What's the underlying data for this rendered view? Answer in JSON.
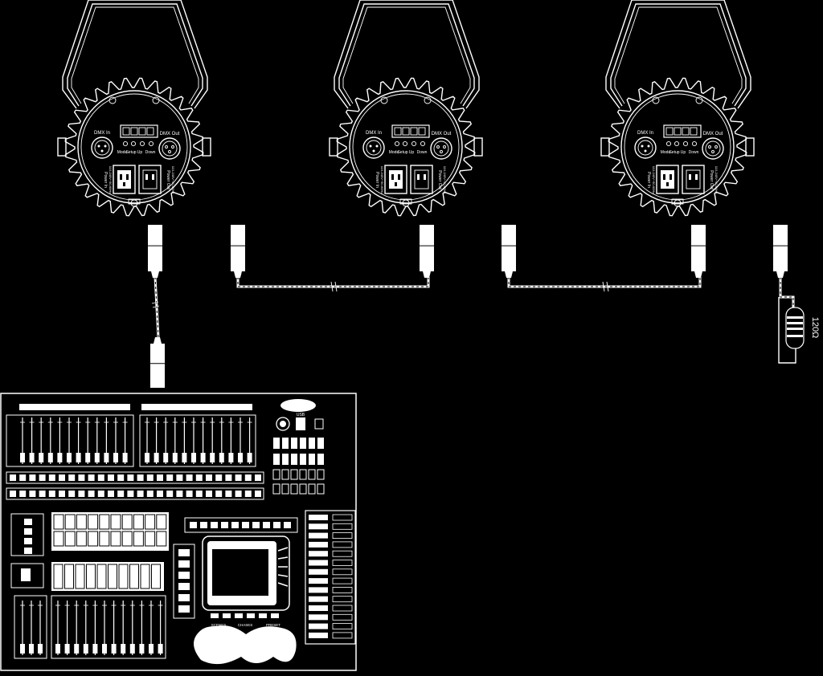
{
  "fixtures": [
    {
      "dmx_in_label": "DMX In",
      "dmx_out_label": "DMX Out",
      "mode_label": "Mode",
      "setup_label": "Setup",
      "up_label": "Up",
      "down_label": "Down",
      "power_in_label": "Power In",
      "power_in_rating": "110-240V~50-60Hz",
      "power_out_label": "Power Out",
      "power_out_rating": "110-240V~50-60Hz"
    },
    {
      "dmx_in_label": "DMX In",
      "dmx_out_label": "DMX Out",
      "mode_label": "Mode",
      "setup_label": "Setup",
      "up_label": "Up",
      "down_label": "Down",
      "power_in_label": "Power In",
      "power_in_rating": "110-240V~50-60Hz",
      "power_out_label": "Power Out",
      "power_out_rating": "110-240V~50-60Hz"
    },
    {
      "dmx_in_label": "DMX In",
      "dmx_out_label": "DMX Out",
      "mode_label": "Mode",
      "setup_label": "Setup",
      "up_label": "Up",
      "down_label": "Down",
      "power_in_label": "Power In",
      "power_in_rating": "110-240V~50-60Hz",
      "power_out_label": "Power Out",
      "power_out_rating": "110-240V~50-60Hz"
    }
  ],
  "terminator": {
    "label": "120Ω"
  },
  "controller": {
    "usb_label": "USB",
    "bank_labels": [
      "SCENES",
      "CHASES",
      "PRESET"
    ]
  },
  "icons": {
    "fixture": "par-light-fixture-icon",
    "xlr_plug": "xlr-plug-icon",
    "resistor": "resistor-icon",
    "console": "dmx-console-icon"
  }
}
